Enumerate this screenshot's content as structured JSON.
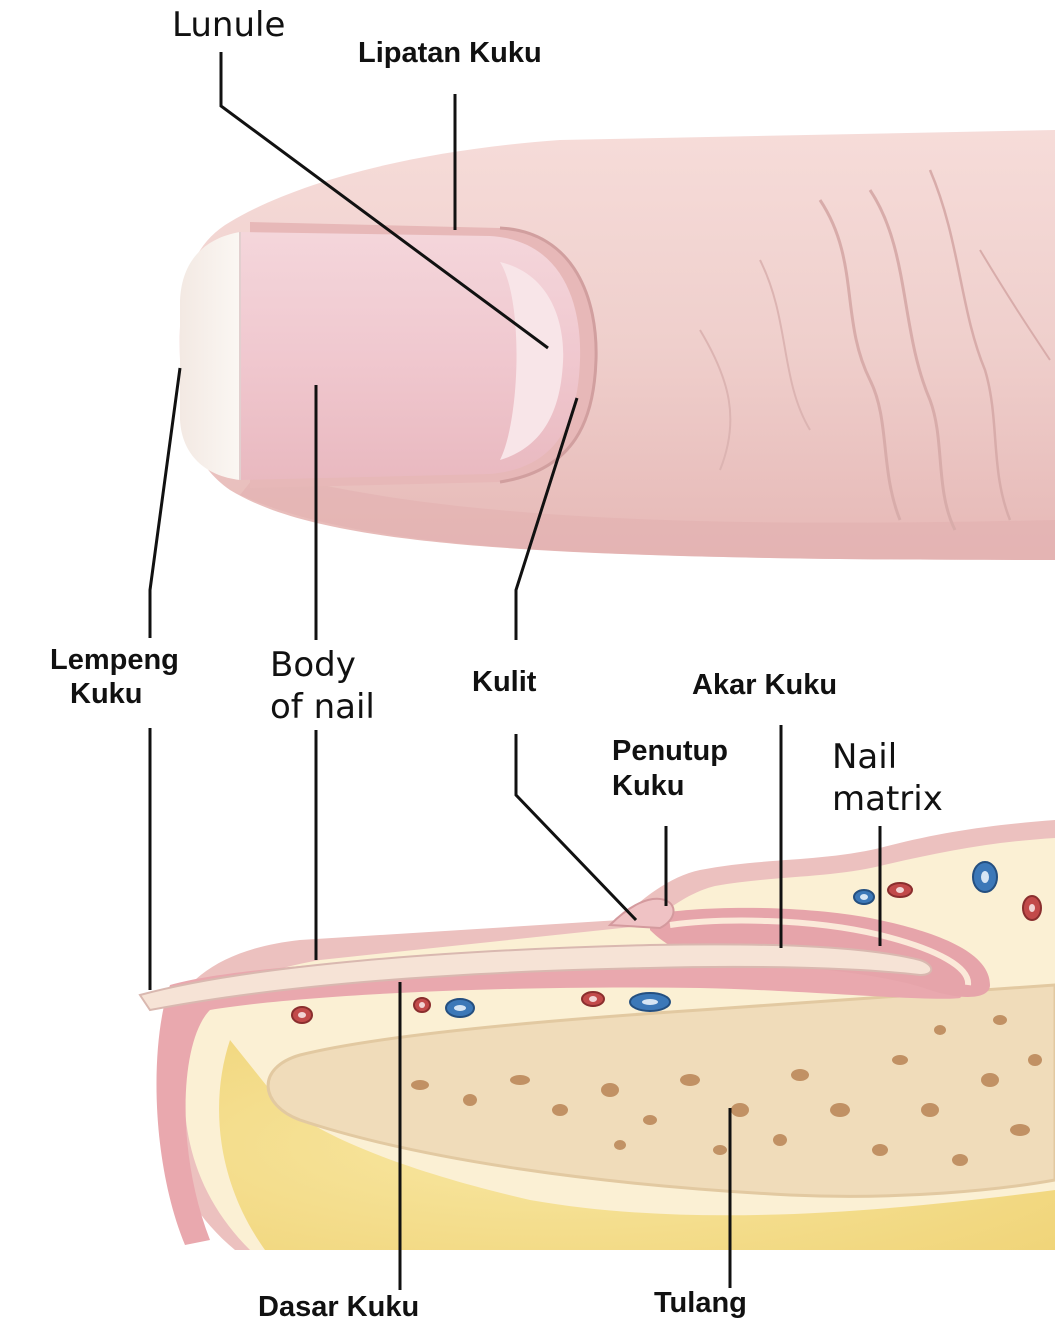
{
  "labels": {
    "lunule": "Lunule",
    "lipatan_kuku": "Lipatan Kuku",
    "lempeng_kuku_1": "Lempeng",
    "lempeng_kuku_2": "Kuku",
    "body_of_nail_1": "Body",
    "body_of_nail_2": "of nail",
    "kulit": "Kulit",
    "akar_kuku": "Akar Kuku",
    "penutup_kuku_1": "Penutup",
    "penutup_kuku_2": "Kuku",
    "nail_matrix_1": "Nail",
    "nail_matrix_2": "matrix",
    "dasar_kuku": "Dasar Kuku",
    "tulang": "Tulang"
  },
  "colors": {
    "skin": "#efc9c6",
    "skin_dark": "#d9a8a6",
    "nail": "#f3d3d6",
    "nail_tip": "#f7f2ee",
    "fat": "#f5df8a",
    "bone": "#f1dfbf",
    "bone_spot": "#b98556",
    "vessel_red": "#c24a4a",
    "vessel_blue": "#3c78b8",
    "leader": "#111111"
  }
}
